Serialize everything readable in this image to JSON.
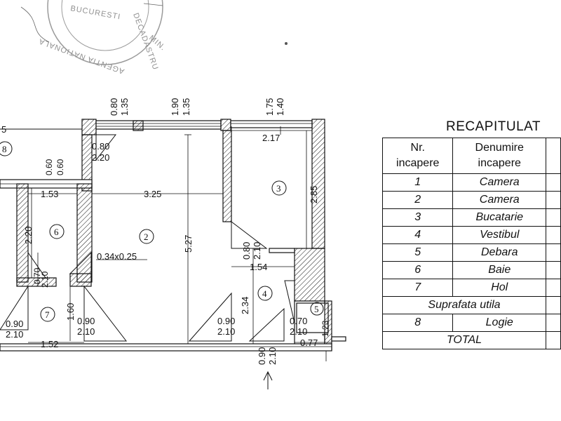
{
  "stamp": {
    "line1": "DECADASTRU",
    "line2": "AGENTIA NATIONALA",
    "line3": "MIN.",
    "line4": "BUCURESTI"
  },
  "dims_top": {
    "win1_width": "0.80",
    "win1_height": "1.35",
    "win2_width": "1.90",
    "win2_height": "1.35",
    "win3_width": "1.75",
    "win3_height": "1.40"
  },
  "dims": {
    "left_top": "5",
    "room3_width": "2.17",
    "room3_depth": "2.85",
    "door8_width": "0.80",
    "door8_height": "2.20",
    "small_a": "0.60",
    "small_b": "0.60",
    "room6_width": "1.53",
    "room2_width": "3.25",
    "room2_depth": "5.27",
    "room6_depth": "2.20",
    "vent": "0.34x0.25",
    "door6_width": "0.70",
    "door6_height": "2.10",
    "door2_width": "0.80",
    "door2_height": "2.10",
    "room4_width": "1.54",
    "room4_depth": "2.34",
    "room7_depth": "1.60",
    "door7a_width": "0.90",
    "door7a_height": "2.10",
    "door7b_width": "0.90",
    "door7b_height": "2.10",
    "door4_width": "0.90",
    "door4_height": "2.10",
    "door5_width": "0.70",
    "door5_height": "2.10",
    "room5_depth": "1.23",
    "room7_width": "1.52",
    "room5_width": "0.77",
    "entry_width": "0.90",
    "entry_height": "2.10"
  },
  "rooms": {
    "r2": "2",
    "r3": "3",
    "r4": "4",
    "r5": "5",
    "r6": "6",
    "r7": "7",
    "r8": "8"
  },
  "recap": {
    "title": "RECAPITULAT",
    "header_nr": [
      "Nr.",
      "incapere"
    ],
    "header_name": [
      "Denumire",
      "incapere"
    ],
    "rows": [
      {
        "nr": "1",
        "name": "Camera"
      },
      {
        "nr": "2",
        "name": "Camera"
      },
      {
        "nr": "3",
        "name": "Bucatarie"
      },
      {
        "nr": "4",
        "name": "Vestibul"
      },
      {
        "nr": "5",
        "name": "Debara"
      },
      {
        "nr": "6",
        "name": "Baie"
      },
      {
        "nr": "7",
        "name": "Hol"
      }
    ],
    "usable_label": "Suprafata utila",
    "row8": {
      "nr": "8",
      "name": "Logie"
    },
    "total_label": "TOTAL"
  }
}
